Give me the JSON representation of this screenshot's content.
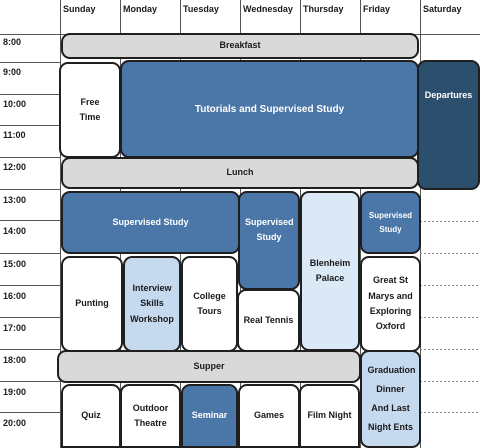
{
  "days": [
    "Sunday",
    "Monday",
    "Tuesday",
    "Wednesday",
    "Thursday",
    "Friday",
    "Saturday"
  ],
  "times": [
    "8:00",
    "9:00",
    "10:00",
    "11:00",
    "12:00",
    "13:00",
    "14:00",
    "15:00",
    "16:00",
    "17:00",
    "18:00",
    "19:00",
    "20:00"
  ],
  "events": {
    "breakfast": "Breakfast",
    "free_time": "Free Time",
    "tutorials": "Tutorials and Supervised Study",
    "departures": "Departures",
    "lunch": "Lunch",
    "supervised_study_1": "Supervised Study",
    "supervised_study_2": "Supervised Study",
    "blenheim": "Blenheim Palace",
    "supervised_study_3": "Supervised Study",
    "punting": "Punting",
    "interview_workshop": "Interview Skills Workshop",
    "college_tours": "College Tours",
    "real_tennis": "Real Tennis",
    "great_st_marys": "Great St Marys and Exploring Oxford",
    "supper": "Supper",
    "graduation": "Graduation Dinner And Last Night Ents",
    "quiz": "Quiz",
    "outdoor_theatre": "Outdoor Theatre",
    "seminar": "Seminar",
    "games": "Games",
    "film_night": "Film Night"
  },
  "colors": {
    "grey": "#d9d9d9",
    "mid_blue": "#4a76a8",
    "light_blue": "#c5d9ef",
    "pale_blue": "#dbe8f6",
    "dark_blue": "#2d4f6e"
  }
}
